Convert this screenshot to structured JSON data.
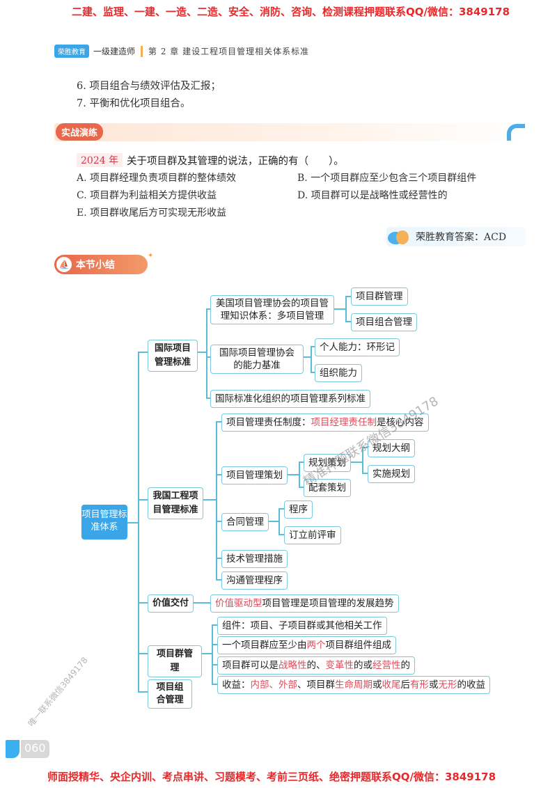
{
  "banner_top": "二建、监理、一建、一造、二造、安全、消防、咨询、检测课程押题联系QQ/微信：3849178",
  "banner_bottom": "师面授精华、央企内训、考点串讲、习题模考、考前三页纸、绝密押题联系QQ/微信：3849178",
  "header": {
    "logo": "荣胜教育",
    "series": "一级建造师",
    "chapter": "第 2 章  建设工程项目管理相关体系标准"
  },
  "list": [
    "6. 项目组合与绩效评估及汇报；",
    "7. 平衡和优化项目组合。"
  ],
  "practice": {
    "label": "实战演练",
    "year": "2024 年",
    "stem": "关于项目群及其管理的说法，正确的有（　　）。",
    "options": {
      "A": "A. 项目群经理负责项目群的整体绩效",
      "B": "B. 一个项目群应至少包含三个项目群组件",
      "C": "C. 项目群为利益相关方提供收益",
      "D": "D. 项目群可以是战略性或经营性的",
      "E": "E. 项目群收尾后方可实现无形收益"
    },
    "answer": "荣胜教育答案：ACD"
  },
  "summary": {
    "label": "本节小结"
  },
  "mindmap": {
    "root": "项目管理标准体系",
    "intl": {
      "label": "国际项目管理标准",
      "pmi": "美国项目管理协会的项目管理知识体系：多项目管理",
      "pmi_children": [
        "项目群管理",
        "项目组合管理"
      ],
      "ipma": "国际项目管理协会的能力基准",
      "ipma_children": [
        "个人能力：环形记",
        "组织能力"
      ],
      "iso": "国际标准化组织的项目管理系列标准"
    },
    "cn": {
      "label": "我国工程项目管理标准",
      "resp_prefix": "项目管理责任制度：",
      "resp_hl": "项目经理责任制",
      "resp_suffix": "是核心内容",
      "plan": "项目管理策划",
      "plan_children": [
        "规划策划",
        "配套策划"
      ],
      "plan_sub": [
        "规划大纲",
        "实施规划"
      ],
      "contract": "合同管理",
      "contract_children": [
        "程序",
        "订立前评审"
      ],
      "tech": "技术管理措施",
      "comm": "沟通管理程序"
    },
    "value": {
      "label": "价值交付",
      "hl": "价值驱动型",
      "rest": "项目管理是项目管理的发展趋势"
    },
    "program": {
      "label": "项目群管理",
      "item1": "组件：项目、子项目群或其他相关工作",
      "item2_a": "一个项目群应至少由",
      "item2_hl": "两个",
      "item2_b": "项目群组件组成",
      "item3_a": "项目群可以是",
      "item3_h1": "战略性",
      "item3_b": "的、",
      "item3_h2": "变革性",
      "item3_c": "的或",
      "item3_h3": "经营性",
      "item3_d": "的",
      "item4_a": "收益：",
      "item4_h1": "内部、外部",
      "item4_b": "、项目群",
      "item4_h2": "生命周期",
      "item4_c": "或",
      "item4_h3": "收尾",
      "item4_d": "后",
      "item4_h4": "有形",
      "item4_e": "或",
      "item4_h5": "无形",
      "item4_f": "的收益"
    },
    "portfolio": {
      "label": "项目组合管理"
    }
  },
  "page_number": "060",
  "watermarks": {
    "diag1": "精准押题联系微信3849178",
    "diag2": "唯一联系微信3849178"
  }
}
